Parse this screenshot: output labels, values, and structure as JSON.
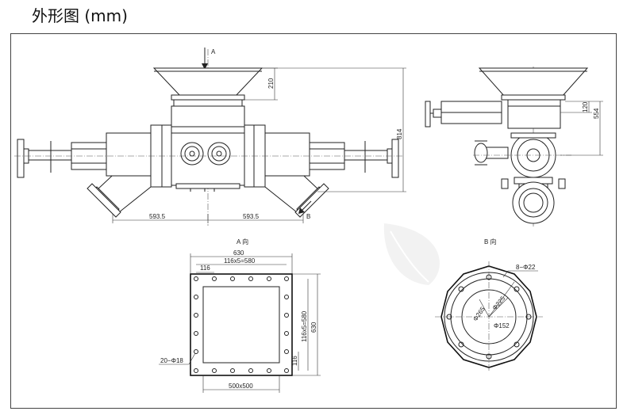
{
  "title": "外形图 (mm)",
  "front_view": {
    "arrow_a": "A",
    "arrow_b": "B",
    "dim_210": "210",
    "dim_814": "814",
    "dim_left": "593.5",
    "dim_right": "593.5"
  },
  "side_view": {
    "dim_120": "120",
    "dim_554": "554"
  },
  "view_a": {
    "label": "A 向",
    "dim_630_top": "630",
    "dim_116x5_top": "116x5=580",
    "dim_116_top": "116",
    "dim_116x5_right": "116x5=580",
    "dim_630_right": "630",
    "dim_116_right": "116",
    "holes": "20−Φ18",
    "dim_bottom": "500x500"
  },
  "view_b": {
    "label": "B 向",
    "holes": "8−Φ22",
    "d265": "Φ265",
    "d225": "Φ225",
    "d152": "Φ152"
  }
}
